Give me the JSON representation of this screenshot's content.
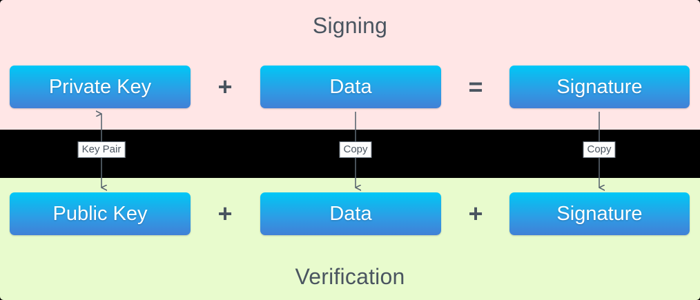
{
  "diagram": {
    "title_top": "Signing",
    "title_bottom": "Verification",
    "colors": {
      "signing_band": "#ffe6e6",
      "verification_band": "#e8fbcd",
      "gap_band": "#000000",
      "box_gradient_top": "#00c8f8",
      "box_gradient_bottom": "#4180d6",
      "text_dark": "#4a5560",
      "box_text": "#ffffff",
      "connector": "#5a6670"
    },
    "signing_row": {
      "boxes": [
        {
          "label": "Private Key"
        },
        {
          "label": "Data"
        },
        {
          "label": "Signature"
        }
      ],
      "operators": [
        {
          "symbol": "+"
        },
        {
          "symbol": "="
        }
      ]
    },
    "verification_row": {
      "boxes": [
        {
          "label": "Public Key"
        },
        {
          "label": "Data"
        },
        {
          "label": "Signature"
        }
      ],
      "operators": [
        {
          "symbol": "+"
        },
        {
          "symbol": "+"
        }
      ]
    },
    "connectors": [
      {
        "label": "Key Pair",
        "direction": "bidirectional"
      },
      {
        "label": "Copy",
        "direction": "down"
      },
      {
        "label": "Copy",
        "direction": "down"
      }
    ]
  }
}
